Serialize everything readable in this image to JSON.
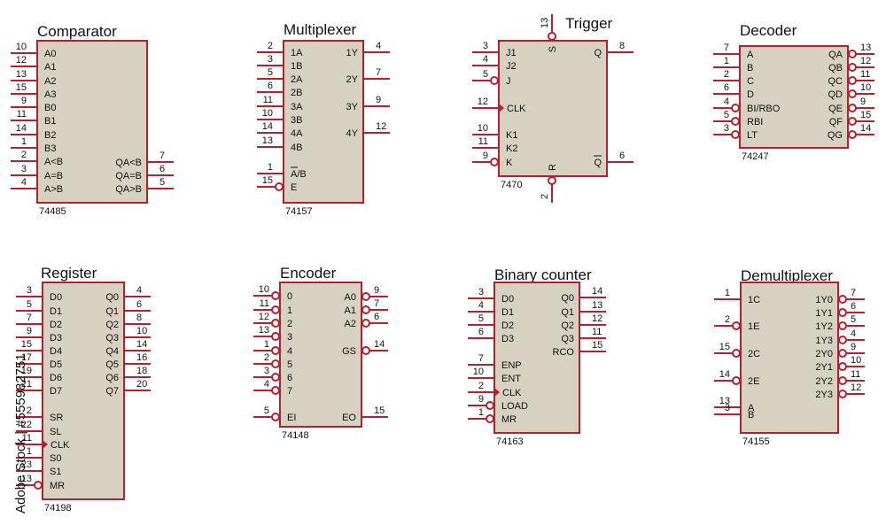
{
  "colors": {
    "body_fill": "#d6d1c0",
    "outline": "#b5202a",
    "text": "#111111"
  },
  "components": [
    {
      "name": "Comparator",
      "part": "74485",
      "left": [
        [
          "A0",
          "10",
          ""
        ],
        [
          "A1",
          "12",
          ""
        ],
        [
          "A2",
          "13",
          ""
        ],
        [
          "A3",
          "15",
          ""
        ],
        [
          "B0",
          "9",
          ""
        ],
        [
          "B1",
          "11",
          ""
        ],
        [
          "B2",
          "14",
          ""
        ],
        [
          "B3",
          "1",
          ""
        ],
        [
          "A<B",
          "2",
          ""
        ],
        [
          "A=B",
          "3",
          ""
        ],
        [
          "A>B",
          "4",
          ""
        ]
      ],
      "right": [
        [
          "QA<B",
          "7",
          ""
        ],
        [
          "QA=B",
          "6",
          ""
        ],
        [
          "QA>B",
          "5",
          ""
        ]
      ],
      "top": [],
      "bottom": []
    },
    {
      "name": "Multiplexer",
      "part": "74157",
      "left": [
        [
          "1A",
          "2",
          ""
        ],
        [
          "1B",
          "3",
          ""
        ],
        [
          "2A",
          "5",
          ""
        ],
        [
          "2B",
          "6",
          ""
        ],
        [
          "3A",
          "11",
          ""
        ],
        [
          "3B",
          "10",
          ""
        ],
        [
          "4A",
          "14",
          ""
        ],
        [
          "4B",
          "13",
          ""
        ],
        [
          "A/B",
          "1",
          ""
        ],
        [
          "E",
          "15",
          "inv"
        ]
      ],
      "right": [
        [
          "1Y",
          "4",
          ""
        ],
        [
          "2Y",
          "7",
          ""
        ],
        [
          "3Y",
          "9",
          ""
        ],
        [
          "4Y",
          "12",
          ""
        ]
      ],
      "top": [],
      "bottom": []
    },
    {
      "name": "Trigger",
      "part": "7470",
      "left": [
        [
          "J1",
          "3",
          ""
        ],
        [
          "J2",
          "4",
          ""
        ],
        [
          "J",
          "5",
          "inv"
        ],
        [
          "CLK",
          "12",
          "clk"
        ],
        [
          "K1",
          "10",
          ""
        ],
        [
          "K2",
          "11",
          ""
        ],
        [
          "K",
          "9",
          "inv"
        ]
      ],
      "right": [
        [
          "Q",
          "8",
          ""
        ],
        [
          "Q",
          "6",
          ""
        ]
      ],
      "top": [
        [
          "S",
          "13",
          "inv"
        ]
      ],
      "bottom": [
        [
          "R",
          "2",
          "inv"
        ]
      ]
    },
    {
      "name": "Decoder",
      "part": "74247",
      "left": [
        [
          "A",
          "7",
          ""
        ],
        [
          "B",
          "1",
          ""
        ],
        [
          "C",
          "2",
          ""
        ],
        [
          "D",
          "6",
          ""
        ],
        [
          "BI/RBO",
          "4",
          "inv"
        ],
        [
          "RBI",
          "5",
          "inv"
        ],
        [
          "LT",
          "3",
          "inv"
        ]
      ],
      "right": [
        [
          "QA",
          "13",
          "inv"
        ],
        [
          "QB",
          "12",
          "inv"
        ],
        [
          "QC",
          "11",
          "inv"
        ],
        [
          "QD",
          "10",
          "inv"
        ],
        [
          "QE",
          "9",
          "inv"
        ],
        [
          "QF",
          "15",
          "inv"
        ],
        [
          "QG",
          "14",
          "inv"
        ]
      ],
      "top": [],
      "bottom": []
    },
    {
      "name": "Register",
      "part": "74198",
      "left": [
        [
          "D0",
          "3",
          ""
        ],
        [
          "D1",
          "5",
          ""
        ],
        [
          "D2",
          "7",
          ""
        ],
        [
          "D3",
          "9",
          ""
        ],
        [
          "D4",
          "15",
          ""
        ],
        [
          "D5",
          "17",
          ""
        ],
        [
          "D6",
          "19",
          ""
        ],
        [
          "D7",
          "21",
          ""
        ],
        [
          "SR",
          "2",
          ""
        ],
        [
          "SL",
          "22",
          ""
        ],
        [
          "CLK",
          "11",
          "clk"
        ],
        [
          "S0",
          "1",
          ""
        ],
        [
          "S1",
          "23",
          ""
        ],
        [
          "MR",
          "13",
          "inv"
        ]
      ],
      "right": [
        [
          "Q0",
          "4",
          ""
        ],
        [
          "Q1",
          "6",
          ""
        ],
        [
          "Q2",
          "8",
          ""
        ],
        [
          "Q3",
          "10",
          ""
        ],
        [
          "Q4",
          "14",
          ""
        ],
        [
          "Q5",
          "16",
          ""
        ],
        [
          "Q6",
          "18",
          ""
        ],
        [
          "Q7",
          "20",
          ""
        ]
      ],
      "top": [],
      "bottom": []
    },
    {
      "name": "Encoder",
      "part": "74148",
      "left": [
        [
          "0",
          "10",
          "inv"
        ],
        [
          "1",
          "11",
          "inv"
        ],
        [
          "2",
          "12",
          "inv"
        ],
        [
          "3",
          "13",
          "inv"
        ],
        [
          "4",
          "1",
          "inv"
        ],
        [
          "5",
          "2",
          "inv"
        ],
        [
          "6",
          "3",
          "inv"
        ],
        [
          "7",
          "4",
          "inv"
        ],
        [
          "EI",
          "5",
          "inv"
        ]
      ],
      "right": [
        [
          "A0",
          "9",
          "inv"
        ],
        [
          "A1",
          "7",
          "inv"
        ],
        [
          "A2",
          "6",
          "inv"
        ],
        [
          "GS",
          "14",
          "inv"
        ],
        [
          "EO",
          "15",
          ""
        ]
      ],
      "top": [],
      "bottom": []
    },
    {
      "name": "Binary counter",
      "part": "74163",
      "left": [
        [
          "D0",
          "3",
          ""
        ],
        [
          "D1",
          "4",
          ""
        ],
        [
          "D2",
          "5",
          ""
        ],
        [
          "D3",
          "6",
          ""
        ],
        [
          "ENP",
          "7",
          ""
        ],
        [
          "ENT",
          "10",
          ""
        ],
        [
          "CLK",
          "2",
          "clk"
        ],
        [
          "LOAD",
          "9",
          "inv"
        ],
        [
          "MR",
          "1",
          "inv"
        ]
      ],
      "right": [
        [
          "Q0",
          "14",
          ""
        ],
        [
          "Q1",
          "13",
          ""
        ],
        [
          "Q2",
          "12",
          ""
        ],
        [
          "Q3",
          "11",
          ""
        ],
        [
          "RCO",
          "15",
          ""
        ]
      ],
      "top": [],
      "bottom": []
    },
    {
      "name": "Demultiplexer",
      "part": "74155",
      "left": [
        [
          "1C",
          "1",
          ""
        ],
        [
          "1E",
          "2",
          "inv"
        ],
        [
          "2C",
          "15",
          "inv"
        ],
        [
          "2E",
          "14",
          "inv"
        ],
        [
          "A",
          "13",
          ""
        ],
        [
          "B",
          "3",
          ""
        ]
      ],
      "right": [
        [
          "1Y0",
          "7",
          "inv"
        ],
        [
          "1Y1",
          "6",
          "inv"
        ],
        [
          "1Y2",
          "5",
          "inv"
        ],
        [
          "1Y3",
          "4",
          "inv"
        ],
        [
          "2Y0",
          "9",
          "inv"
        ],
        [
          "2Y1",
          "10",
          "inv"
        ],
        [
          "2Y2",
          "11",
          "inv"
        ],
        [
          "2Y3",
          "12",
          "inv"
        ]
      ],
      "top": [],
      "bottom": []
    }
  ],
  "watermark": "Adobe Stock | #555982751"
}
